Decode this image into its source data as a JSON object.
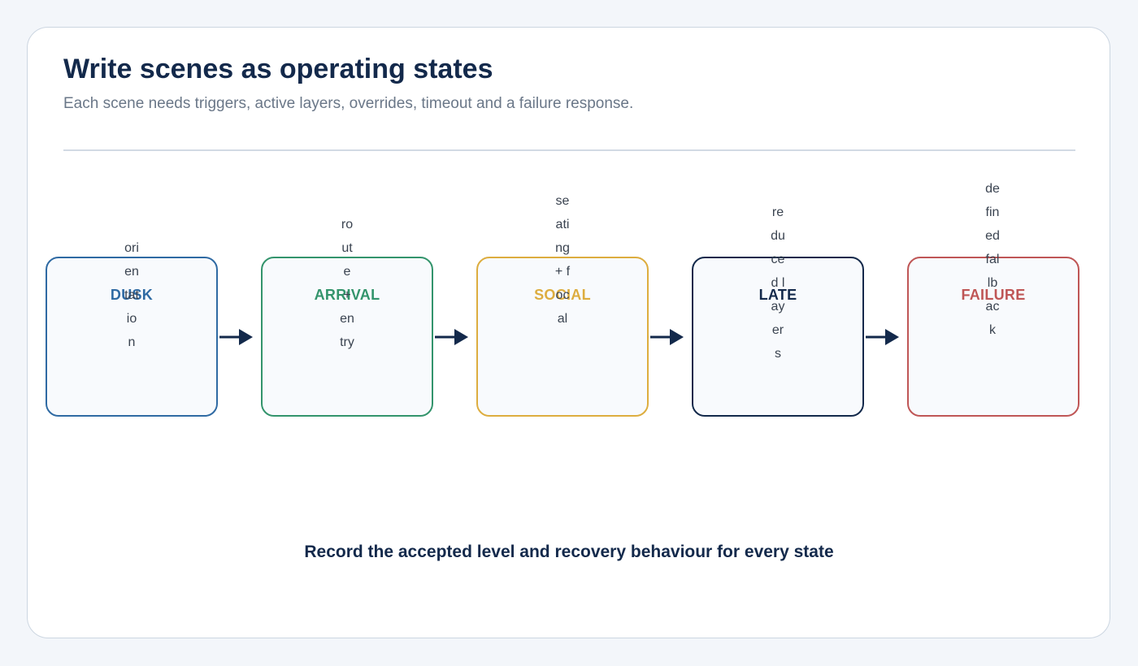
{
  "header": {
    "title": "Write scenes as operating states",
    "subtitle": "Each scene needs triggers, active layers, overrides, timeout and a failure response."
  },
  "states": [
    {
      "label": "DUSK",
      "note": "orientation",
      "color": "#2f6aa3"
    },
    {
      "label": "ARRIVAL",
      "note": "route + entry",
      "color": "#33946c"
    },
    {
      "label": "SOCIAL",
      "note": "seating + focal",
      "color": "#ddad3f"
    },
    {
      "label": "LATE",
      "note": "reduced layers",
      "color": "#13294b"
    },
    {
      "label": "FAILURE",
      "note": "defined fallback",
      "color": "#bf5656"
    }
  ],
  "footer": {
    "text": "Record the accepted level and recovery behaviour for every state"
  },
  "colors": {
    "arrow": "#13294b",
    "title": "#13294b",
    "subtitle": "#6a7788"
  }
}
